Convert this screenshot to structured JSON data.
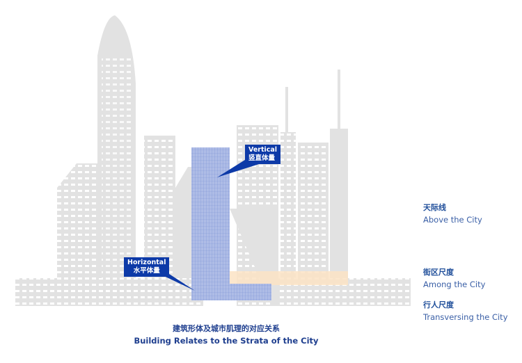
{
  "callouts": {
    "vertical": {
      "en": "Vertical",
      "zh": "竖直体量"
    },
    "horizontal": {
      "en": "Horizontal",
      "zh": "水平体量"
    }
  },
  "levels": [
    {
      "zh": "天际线",
      "en": "Above the City"
    },
    {
      "zh": "街区尺度",
      "en": "Among the City"
    },
    {
      "zh": "行人尺度",
      "en": "Transversing the City"
    }
  ],
  "caption": {
    "zh": "建筑形体及城市肌理的对应关系",
    "en": "Building Relates to the Strata of the City"
  },
  "colors": {
    "building": "#e2e2e2",
    "accent": "#0d3aa8",
    "highlight": "#fbe3c4",
    "text": "#1f4e9a"
  }
}
